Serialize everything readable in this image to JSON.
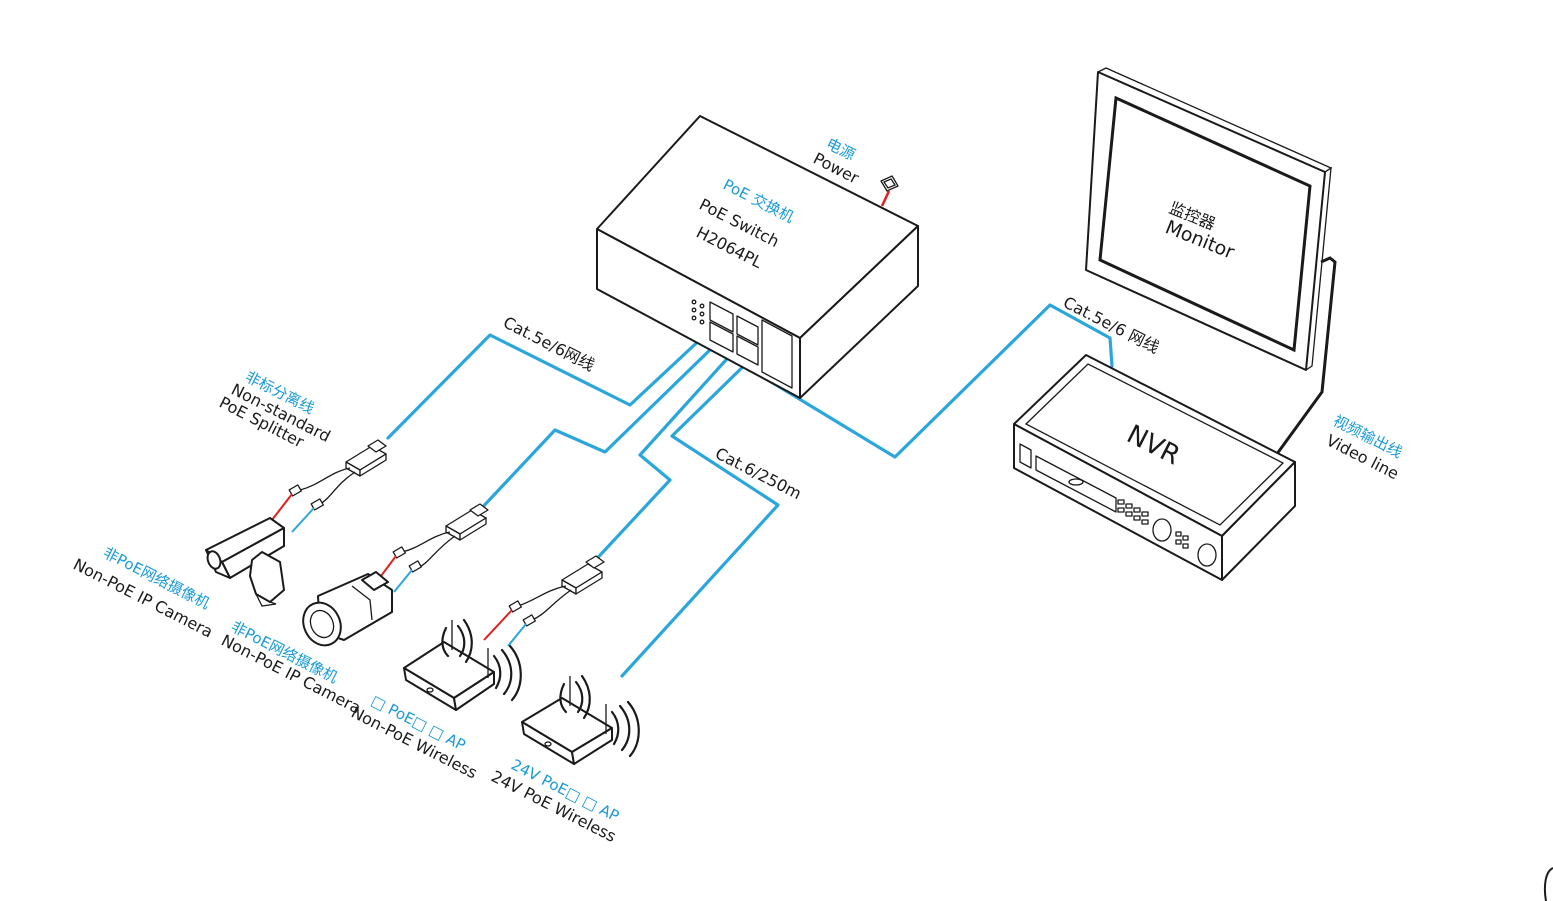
{
  "switch": {
    "name_cn": "PoE 交换机",
    "name_en": "PoE Switch",
    "model": "H2064PL",
    "power_cn": "电源",
    "power_en": "Power"
  },
  "monitor": {
    "name_cn": "监控器",
    "name_en": "Monitor"
  },
  "nvr": {
    "name": "NVR"
  },
  "video_line": {
    "cn": "视频输出线",
    "en": "Video line"
  },
  "cables": {
    "cat5e_left": "Cat.5e/6网线",
    "cat5e_right": "Cat.5e/6 网线",
    "cat6_250m": "Cat.6/250m"
  },
  "splitter": {
    "cn": "非标分离线",
    "en1": "Non-standard",
    "en2": "PoE Splitter"
  },
  "camera1": {
    "cn": "非PoE网络摄像机",
    "en": "Non-PoE IP Camera"
  },
  "camera2": {
    "cn": "非PoE网络摄像机",
    "en": "Non-PoE IP Camera"
  },
  "ap_nonpoe": {
    "cn": "□ PoE□ □ AP",
    "en": "Non-PoE   Wireless"
  },
  "ap_24v": {
    "cn": "24V PoE□ □ AP",
    "en": "24V PoE Wireless"
  },
  "colors": {
    "cable": "#2aa6dc",
    "label_cn": "#1a9ad6",
    "device_outline": "#1a1a1a",
    "power_wire": "#e02020"
  }
}
